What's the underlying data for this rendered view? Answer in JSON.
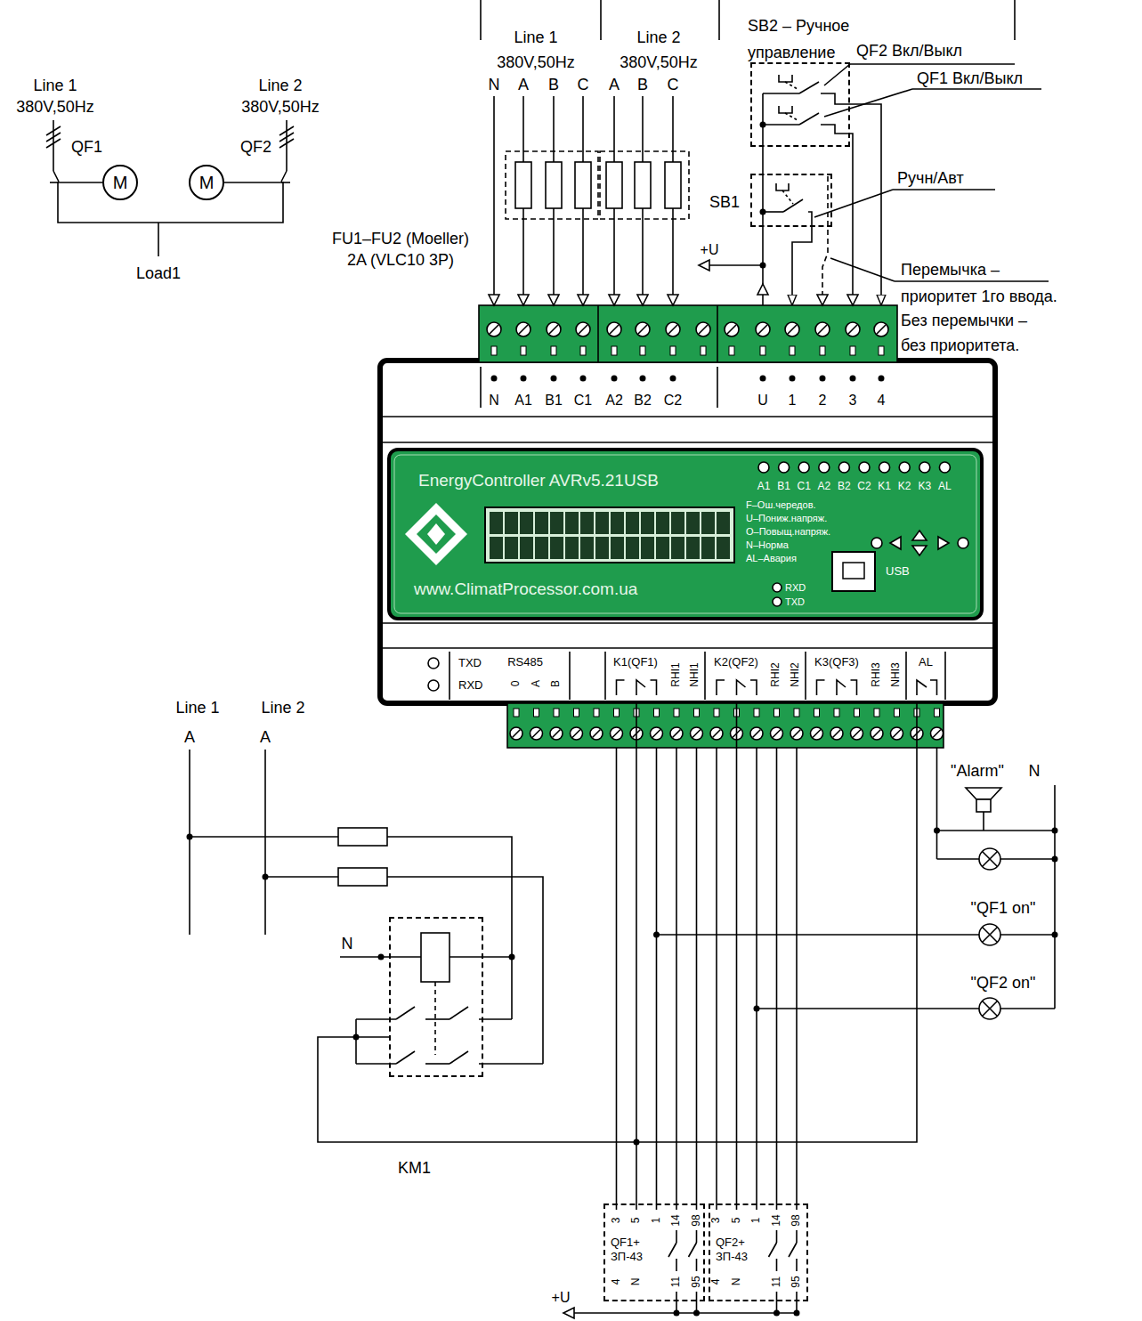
{
  "diagram": {
    "nodes": [
      {
        "text": [
          "M"
        ]
      },
      {
        "text": [
          "M"
        ]
      },
      {
        "text": [
          "SB2 – Ручное управление"
        ]
      },
      {
        "text": [
          "SB1"
        ]
      },
      {
        "text": [
          "EnergyController AVRv5.21USB",
          "www.ClimatProcessor.com.ua"
        ]
      },
      {
        "text": [
          "KM1"
        ]
      },
      {
        "text": [
          "QF1+ ЗП-43"
        ]
      },
      {
        "text": [
          "QF2+ ЗП-43"
        ]
      }
    ],
    "edges": [
      {
        "from": 0,
        "to": 1,
        "arrow": "none"
      },
      {
        "from": 2,
        "to": 4,
        "arrow": "to"
      },
      {
        "from": 3,
        "to": 4,
        "arrow": "to"
      },
      {
        "from": 4,
        "to": 6,
        "arrow": "none"
      },
      {
        "from": 4,
        "to": 7,
        "arrow": "none"
      },
      {
        "from": 5,
        "to": 4,
        "arrow": "none"
      }
    ],
    "labels": [
      "Line 1",
      "380V,50Hz",
      "Line 2",
      "380V,50Hz",
      "QF1",
      "QF2",
      "Load1",
      "Line 1",
      "380V,50Hz",
      "Line 2",
      "380V,50Hz",
      "N",
      "A",
      "B",
      "C",
      "A",
      "B",
      "C",
      "FU1–FU2 (Moeller)",
      "2A (VLC10 3P)",
      "QF2 Вкл/Выкл",
      "QF1 Вкл/Выкл",
      "Ручн/Авт",
      "+U",
      "Перемычка –",
      "приоритет 1го ввода.",
      "Без перемычки –",
      "без приоритета.",
      "N",
      "A1",
      "B1",
      "C1",
      "A2",
      "B2",
      "C2",
      "U",
      "1",
      "2",
      "3",
      "4",
      "A1",
      "B1",
      "C1",
      "A2",
      "B2",
      "C2",
      "K1",
      "K2",
      "K3",
      "AL",
      "F–Ош.чередов.",
      "U–Пониж.напряж.",
      "O–Повыщ.напряж.",
      "N–Норма",
      "AL–Авария",
      "USB",
      "RXD",
      "TXD",
      "TXD",
      "RXD",
      "RS485",
      "0",
      "A",
      "B",
      "K1(QF1)",
      "RHI1",
      "NHI1",
      "K2(QF2)",
      "RHI2",
      "NHI2",
      "K3(QF3)",
      "RHI3",
      "NHI3",
      "AL",
      "Line 1",
      "Line 2",
      "A",
      "A",
      "N",
      "\"Alarm\"",
      "N",
      "\"QF1 on\"",
      "\"QF2 on\"",
      "3",
      "5",
      "1",
      "14",
      "98",
      "4",
      "N",
      "11",
      "95",
      "3",
      "5",
      "1",
      "14",
      "98",
      "4",
      "N",
      "11",
      "95",
      "+U"
    ]
  }
}
